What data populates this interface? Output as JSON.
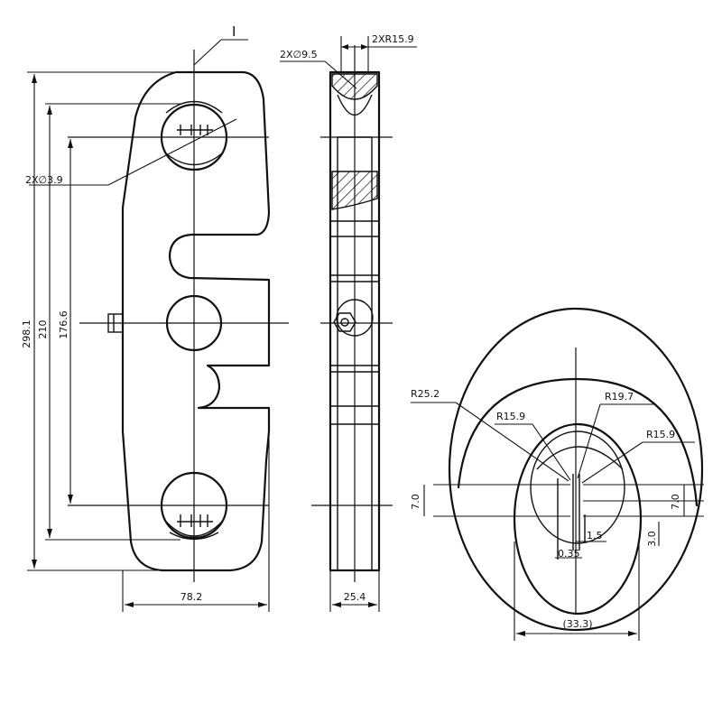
{
  "colors": {
    "line": "#111111",
    "background": "#ffffff",
    "hatch": "#111111"
  },
  "labels": {
    "detail_marker": "I",
    "hole_callout": "2X∅9.5",
    "radius_callout_top": "2XR15.9",
    "thread_callout": "2X∅3.9",
    "overall_height": "298.1",
    "height_210": "210",
    "height_176": "176.6",
    "width_front": "78.2",
    "width_side": "25.4"
  },
  "detail": {
    "r25": "R25.2",
    "r19": "R19.7",
    "r15_left": "R15.9",
    "r15_right": "R15.9",
    "d7_left": "7.0",
    "d7_right": "7.0",
    "d15": "1.5",
    "d3": "3.0",
    "d035": "0.35",
    "width": "(33.3)"
  }
}
